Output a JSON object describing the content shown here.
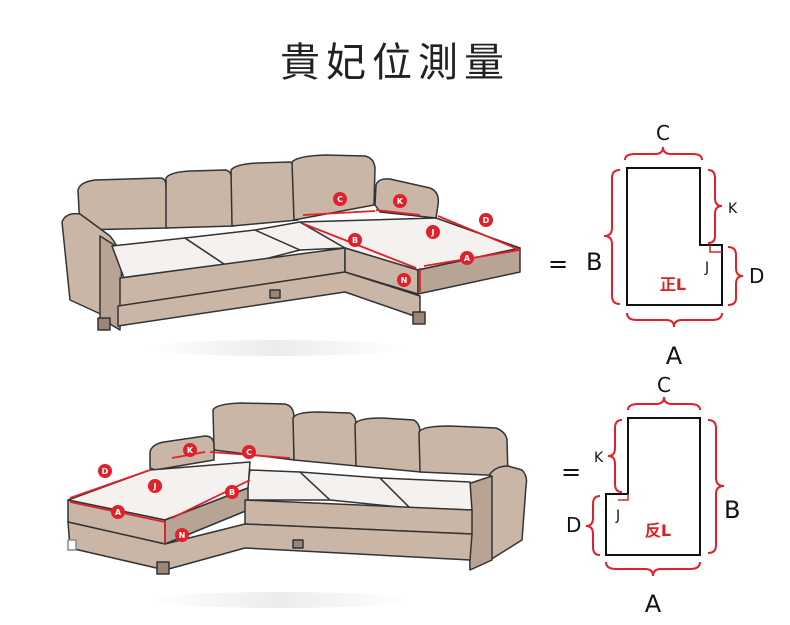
{
  "title": "貴妃位測量",
  "top": {
    "markers": [
      "C",
      "K",
      "D",
      "J",
      "B",
      "A",
      "N"
    ],
    "equals": "=",
    "labels": {
      "C": "C",
      "K": "K",
      "B": "B",
      "D": "D",
      "J": "J",
      "A": "A",
      "inner": "正L"
    }
  },
  "bottom": {
    "markers": [
      "K",
      "C",
      "D",
      "J",
      "A",
      "B",
      "N"
    ],
    "equals": "=",
    "labels": {
      "C": "C",
      "K": "K",
      "B": "B",
      "D": "D",
      "J": "J",
      "A": "A",
      "inner": "反L"
    }
  },
  "colors": {
    "accent": "#e0202a",
    "sofa_frame": "#c9b6a6",
    "cushion": "#f4f1ee"
  }
}
